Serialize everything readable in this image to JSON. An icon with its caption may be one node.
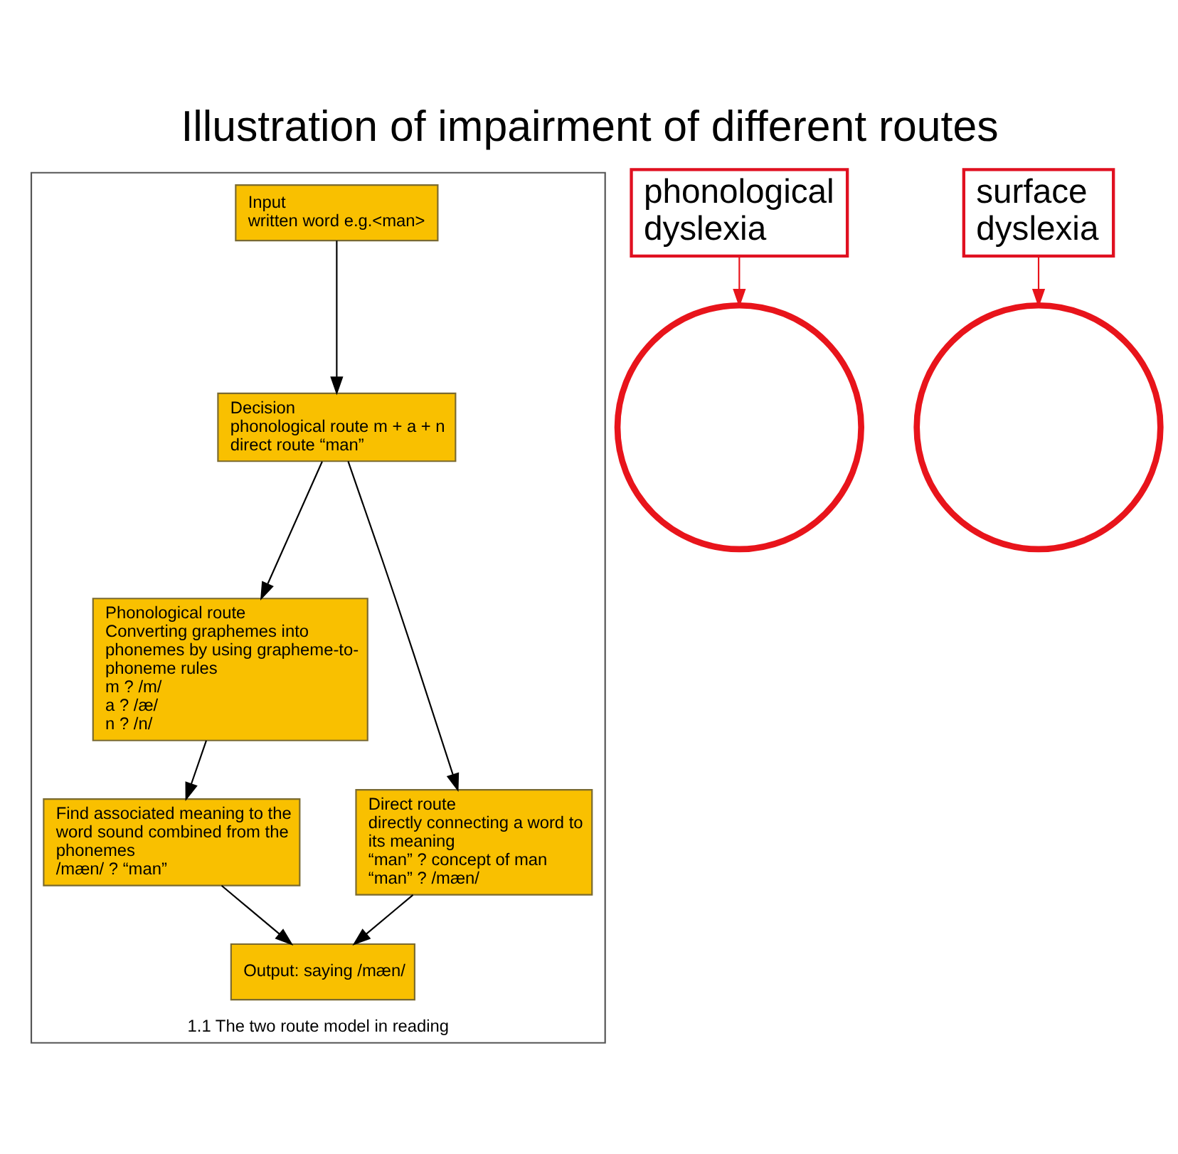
{
  "diagram": {
    "title": "Illustration of impairment of different routes",
    "nodes": [
      {
        "text": [
          "1.1 The two route model in reading"
        ]
      },
      {
        "text": [
          "Input",
          "written word e.g.<man>"
        ],
        "in": 0
      },
      {
        "text": [
          "Decision",
          "phonological route m + a + n",
          "direct route “man”"
        ],
        "in": 0
      },
      {
        "text": [
          "Phonological route",
          "Converting graphemes into phonemes by using grapheme-to-phoneme rules",
          "m ? /m/",
          "a ? /æ/",
          "n ? /n/"
        ],
        "in": 0
      },
      {
        "text": [
          "Direct route",
          "directly connecting a word to its meaning",
          "“man” ? concept of man",
          "“man” ? /mæn/"
        ],
        "in": 0
      },
      {
        "text": [
          "Find associated meaning to the word sound combined from the phonemes",
          "/mæn/ ? “man”"
        ],
        "in": 0
      },
      {
        "text": [
          "Output: saying /mæn/"
        ],
        "in": 0
      },
      {
        "text": [],
        "shape": "circle"
      },
      {
        "text": [],
        "shape": "circle"
      },
      {
        "text": [
          "surface dyslexia"
        ]
      },
      {
        "text": [
          "phonological dyslexia"
        ]
      }
    ],
    "edges": [
      {
        "from": 1,
        "to": 2,
        "arrow": "to"
      },
      {
        "from": 2,
        "to": 3,
        "arrow": "to"
      },
      {
        "from": 2,
        "to": 4,
        "arrow": "to"
      },
      {
        "from": 3,
        "to": 5,
        "arrow": "to"
      },
      {
        "from": 5,
        "to": 6,
        "arrow": "to"
      },
      {
        "from": 4,
        "to": 6,
        "arrow": "to"
      },
      {
        "from": 9,
        "to": 8,
        "arrow": "to",
        "color": "#e8141b"
      },
      {
        "from": 10,
        "to": 7,
        "arrow": "to",
        "color": "#e8141b"
      }
    ]
  }
}
